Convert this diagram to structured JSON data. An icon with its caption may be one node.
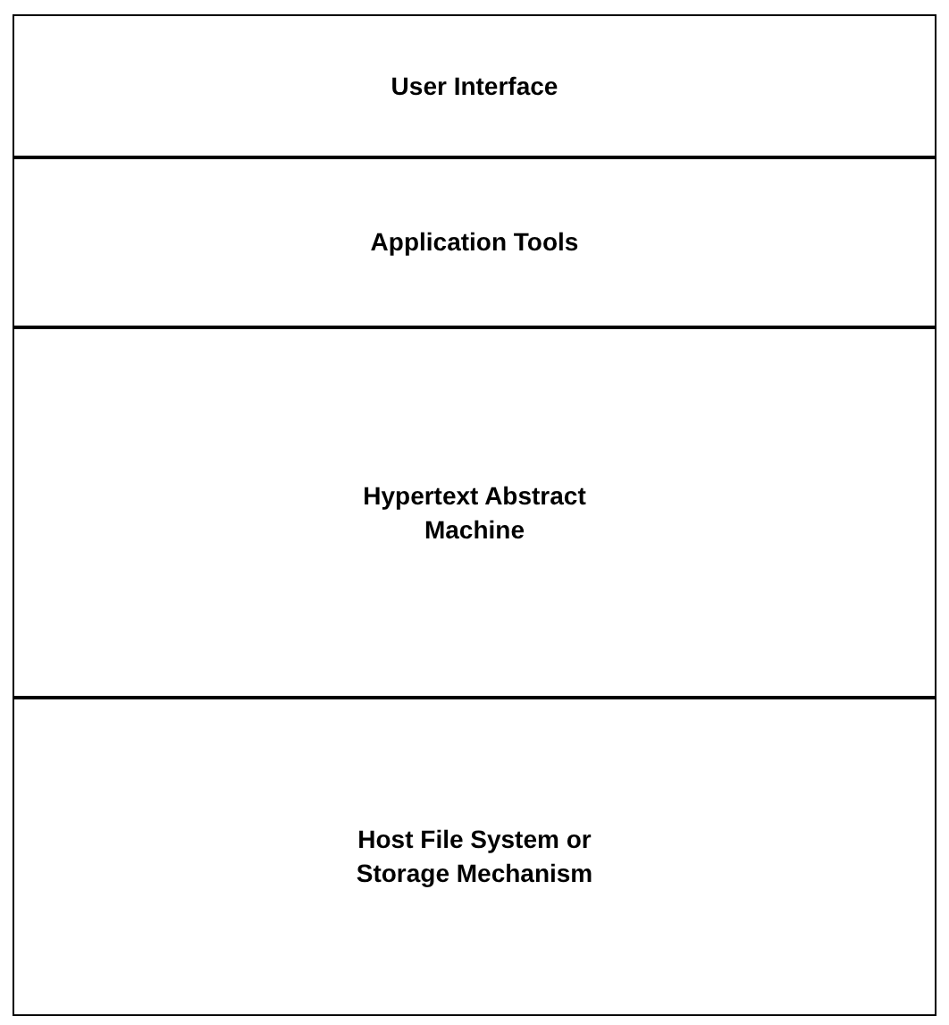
{
  "diagram": {
    "nodes": [
      {
        "text": [
          "User Interface"
        ]
      },
      {
        "text": [
          "Application Tools"
        ]
      },
      {
        "text": [
          "Hypertext Abstract Machine"
        ]
      },
      {
        "text": [
          "Host File System or Storage Mechanism"
        ]
      }
    ]
  }
}
